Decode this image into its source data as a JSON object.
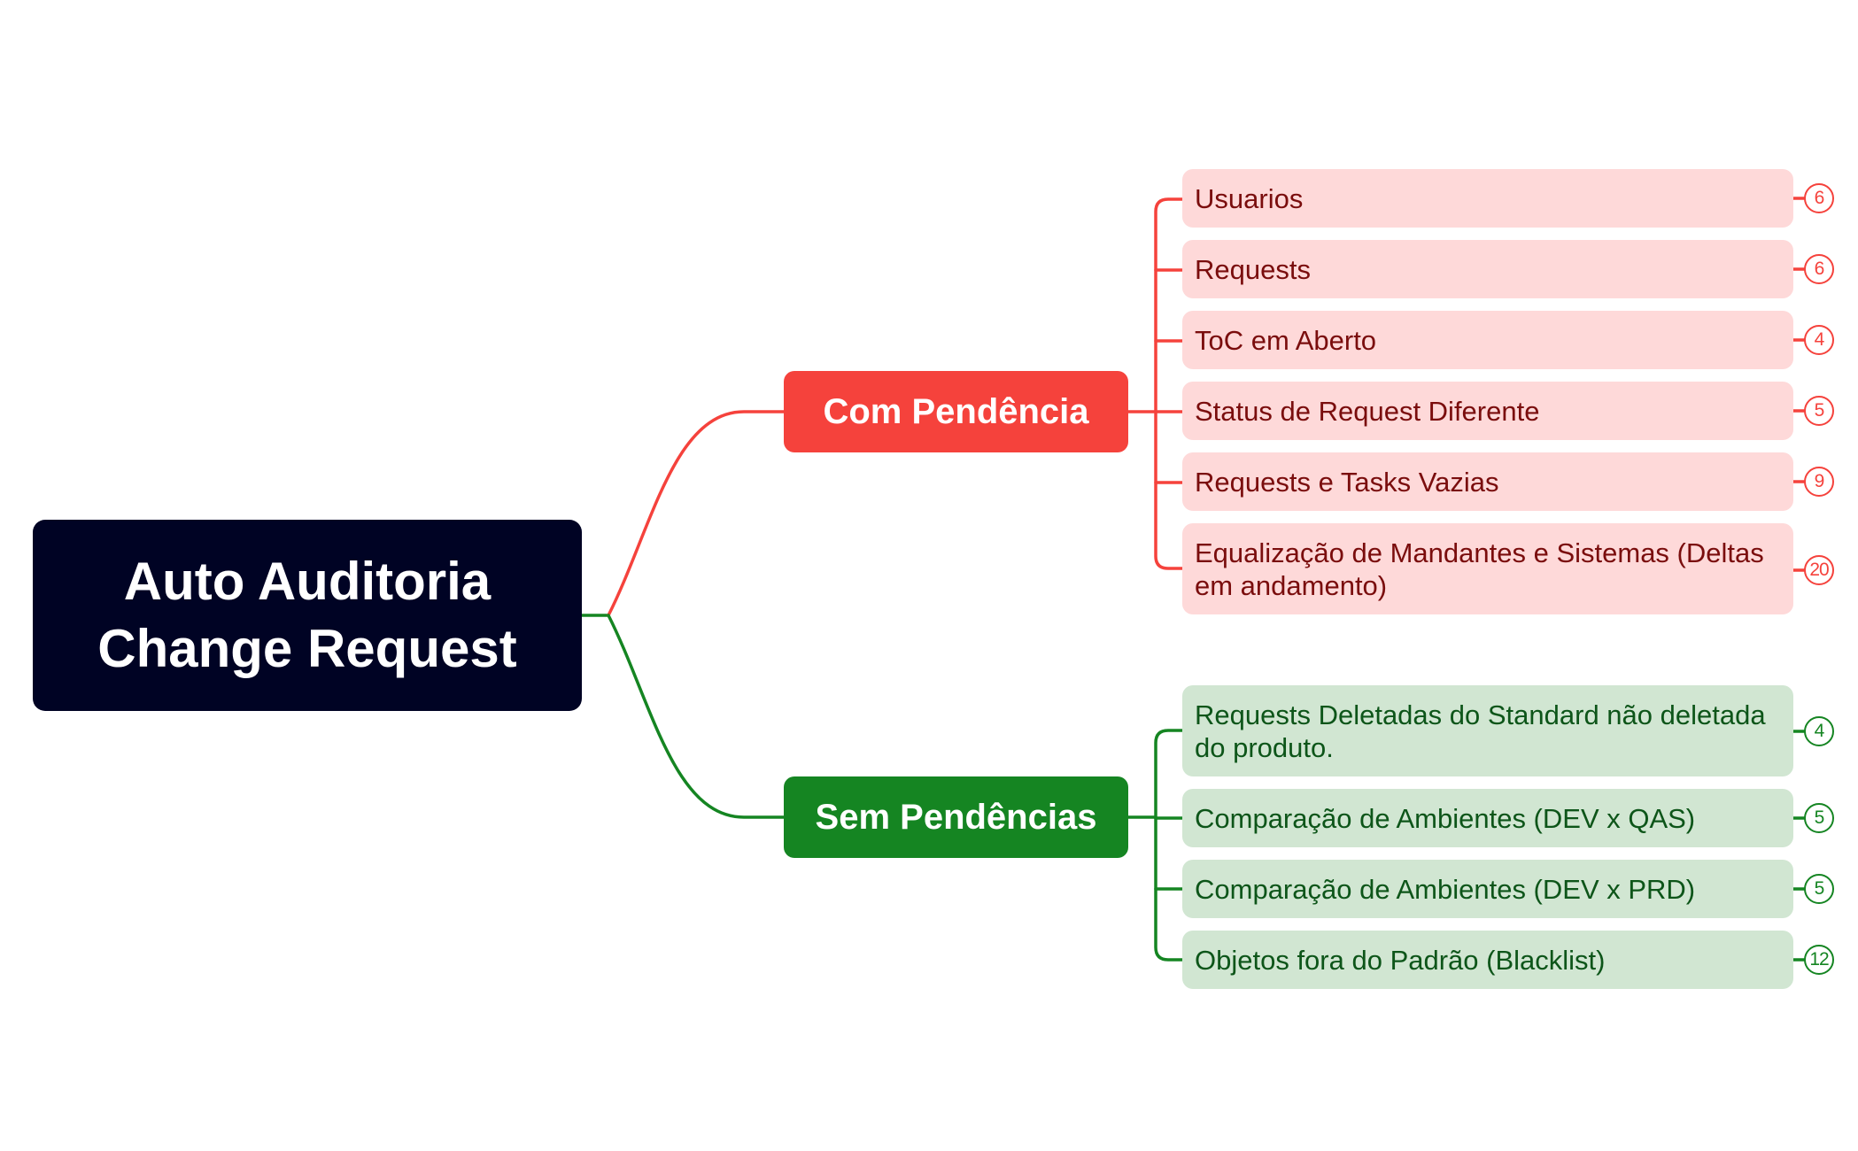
{
  "root": {
    "lines": [
      "Auto Auditoria",
      "Change Request"
    ]
  },
  "colors": {
    "root_bg": "#000324",
    "red_accent": "#f5423c",
    "red_leaf_bg": "#fed9d9",
    "red_leaf_text": "#7a0d0d",
    "green_accent": "#158522",
    "green_leaf_bg": "#d1e6d2",
    "green_leaf_text": "#0d5519"
  },
  "branches": [
    {
      "label": "Com Pendência",
      "color": "red",
      "items": [
        {
          "label": "Usuarios",
          "count": "6"
        },
        {
          "label": "Requests",
          "count": "6"
        },
        {
          "label": "ToC em Aberto",
          "count": "4"
        },
        {
          "label": "Status de Request Diferente",
          "count": "5"
        },
        {
          "label": "Requests e Tasks Vazias",
          "count": "9"
        },
        {
          "label": "Equalização de Mandantes e Sistemas (Deltas em andamento)",
          "count": "20"
        }
      ]
    },
    {
      "label": "Sem Pendências",
      "color": "green",
      "items": [
        {
          "label": "Requests Deletadas do Standard não deletada do produto.",
          "count": "4"
        },
        {
          "label": "Comparação de Ambientes (DEV x QAS)",
          "count": "5"
        },
        {
          "label": "Comparação de Ambientes (DEV x PRD)",
          "count": "5"
        },
        {
          "label": "Objetos fora do Padrão (Blacklist)",
          "count": "12"
        }
      ]
    }
  ]
}
